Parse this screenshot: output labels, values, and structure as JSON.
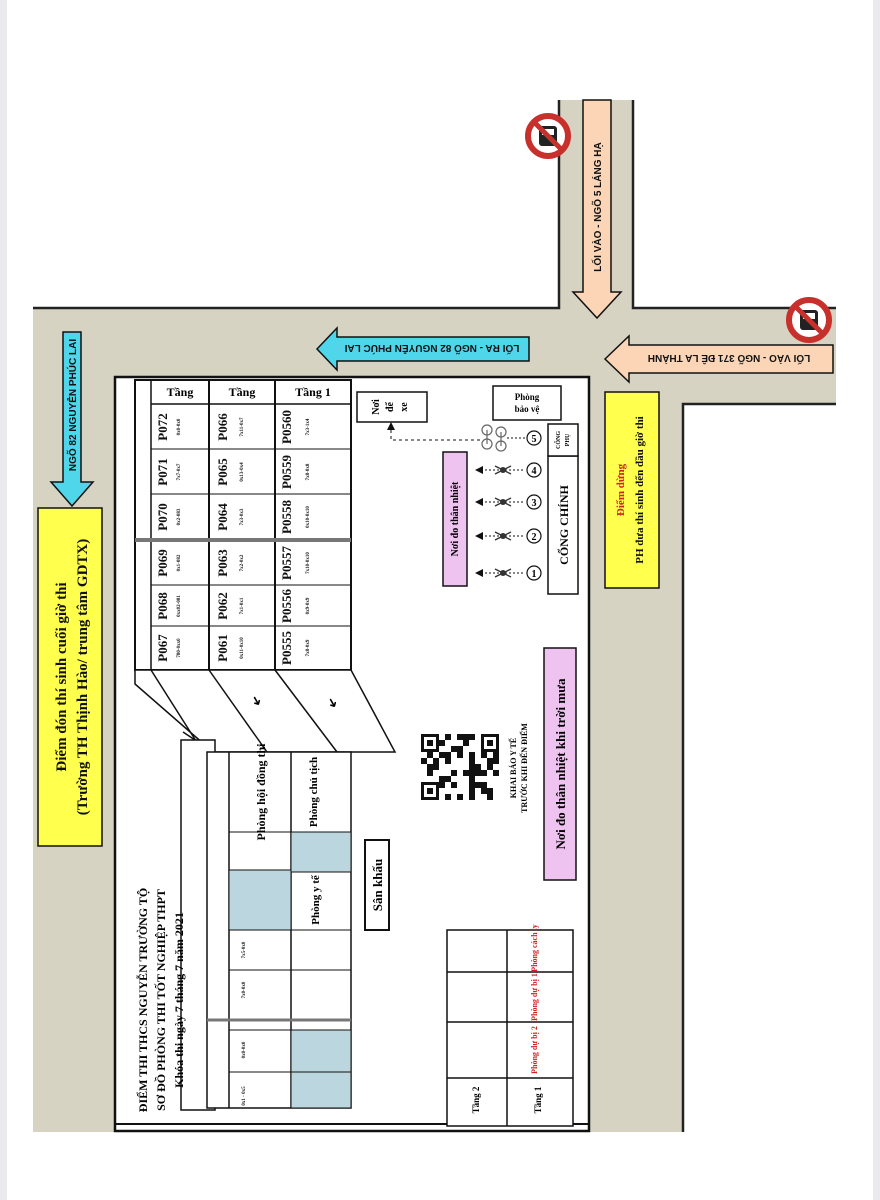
{
  "map": {
    "title_block": {
      "line1": "ĐIỂM THI THCS NGUYỄN TRƯỜNG TỘ",
      "line2": "SƠ ĐỒ PHÒNG THI TỐT NGHIỆP THPT",
      "line3": "Khóa thi ngày 7 tháng 7 năm 2021"
    },
    "roads": {
      "ngo82": "NGÕ 82 NGUYỄN PHÚC LAI",
      "exit": "LỐI RA - NGÕ 82 NGUYỄN PHÚC LAI",
      "entry_lang_ha": "LỐI VÀO - NGÕ 5 LÁNG HẠ",
      "entry_de_la_thanh": "LỐI VÀO - NGÕ 371 ĐÊ LA THÀNH"
    },
    "pickup": {
      "line1": "Điểm đón thí sinh cuối giờ thi",
      "line2": "(Trường TH Thịnh Hào/ trung tâm GDTX)"
    },
    "dropoff": {
      "label": "Điểm dừng",
      "text": "PH đưa thí sinh đến đầu giờ thi"
    },
    "floors": {
      "top": "Tầng",
      "middle": "Tầng",
      "first": "Tầng 1",
      "left_floor2": "Tầng 2",
      "left_floor1": "Tầng 1"
    },
    "rooms_top": [
      {
        "code": "P067",
        "range": "780-0xx0"
      },
      {
        "code": "P068",
        "range": "0xx02-081"
      },
      {
        "code": "P069",
        "range": "0x1-082"
      },
      {
        "code": "P070",
        "range": "0x2-083"
      },
      {
        "code": "P071",
        "range": "7x7-0x7"
      },
      {
        "code": "P072",
        "range": "0x0-0x0"
      }
    ],
    "rooms_middle": [
      {
        "code": "P061",
        "range": "0x11-0x10"
      },
      {
        "code": "P062",
        "range": "7x1-0x1"
      },
      {
        "code": "P063",
        "range": "7x2-0x2"
      },
      {
        "code": "P064",
        "range": "7x3-0x3"
      },
      {
        "code": "P065",
        "range": "0x13-0x4"
      },
      {
        "code": "P066",
        "range": "7x11-0x7"
      }
    ],
    "rooms_first": [
      {
        "code": "P0555",
        "range": "7x8-0x9"
      },
      {
        "code": "P0556",
        "range": "0x9-0x9"
      },
      {
        "code": "P0557",
        "range": "7x10-0x10"
      },
      {
        "code": "P0558",
        "range": "0x10-0x10"
      },
      {
        "code": "P0559",
        "range": "7x8-0x8"
      },
      {
        "code": "P0560",
        "range": "7x3-1x4"
      }
    ],
    "left_block_small": [
      "0x1 - 0x5",
      "0x0-0x0",
      "7x0-0x0",
      "7x5-0x0"
    ],
    "hall": {
      "council": "Phòng hội đồng thi",
      "secretary": "Phòng chủ tịch",
      "medical": "Phòng y tế",
      "stage": "Sân khấu"
    },
    "reserve": {
      "isolation": "Phòng cách ly",
      "reserve1": "Phòng dự bị 1",
      "reserve2": "Phòng dự bị 2"
    },
    "temp_check": "Nơi đo thân nhiệt",
    "rain_temp_check": "Nơi đo thân nhiệt khi trời mưa",
    "health_declare": {
      "line1": "KHAI BÁO Y TẾ",
      "line2": "TRƯỚC KHI ĐẾN ĐIỂM"
    },
    "parking": {
      "line1": "Nơi",
      "line2": "để",
      "line3": "xe"
    },
    "guard": {
      "line1": "Phòng",
      "line2": "bảo vệ"
    },
    "main_gate": "CỔNG CHÍNH",
    "side_gate": {
      "line1": "CỔNG",
      "line2": "PHỤ"
    },
    "gate_lanes": [
      "1",
      "2",
      "3",
      "4",
      "5"
    ],
    "colors": {
      "road": "#d6d3c3",
      "yellow": "#ffff4d",
      "cyan": "#4fd6ea",
      "orange": "#fbd5b5",
      "pink": "#efc3ef",
      "blue_room": "#bcd6e0",
      "no_entry_red": "#c8302c"
    }
  }
}
